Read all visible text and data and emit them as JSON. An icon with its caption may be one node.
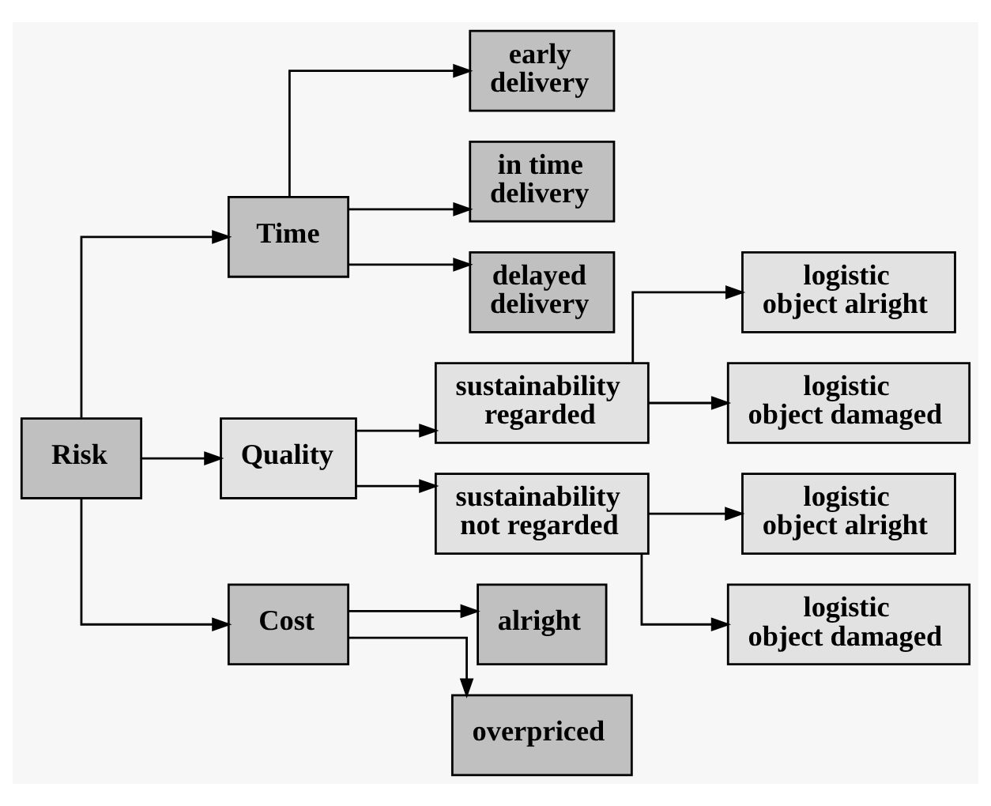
{
  "diagram": {
    "nodes": [
      {
        "text": [
          "Risk"
        ]
      },
      {
        "text": [
          "Time"
        ]
      },
      {
        "text": [
          "Quality"
        ]
      },
      {
        "text": [
          "Cost"
        ]
      },
      {
        "text": [
          "early delivery"
        ]
      },
      {
        "text": [
          "in time delivery"
        ]
      },
      {
        "text": [
          "delayed delivery"
        ]
      },
      {
        "text": [
          "sustainability regarded"
        ]
      },
      {
        "text": [
          "sustainability not regarded"
        ]
      },
      {
        "text": [
          "logistic object alright"
        ]
      },
      {
        "text": [
          "logistic object damaged"
        ]
      },
      {
        "text": [
          "logistic object alright"
        ]
      },
      {
        "text": [
          "logistic object damaged"
        ]
      },
      {
        "text": [
          "alright"
        ]
      },
      {
        "text": [
          "overpriced"
        ]
      }
    ],
    "edges": [
      {
        "from": 0,
        "to": 1,
        "arrow": "to"
      },
      {
        "from": 0,
        "to": 2,
        "arrow": "to"
      },
      {
        "from": 0,
        "to": 3,
        "arrow": "to"
      },
      {
        "from": 1,
        "to": 4,
        "arrow": "to"
      },
      {
        "from": 1,
        "to": 5,
        "arrow": "to"
      },
      {
        "from": 1,
        "to": 6,
        "arrow": "to"
      },
      {
        "from": 2,
        "to": 7,
        "arrow": "to"
      },
      {
        "from": 2,
        "to": 8,
        "arrow": "to"
      },
      {
        "from": 7,
        "to": 9,
        "arrow": "to"
      },
      {
        "from": 7,
        "to": 10,
        "arrow": "to"
      },
      {
        "from": 8,
        "to": 11,
        "arrow": "to"
      },
      {
        "from": 8,
        "to": 12,
        "arrow": "to"
      },
      {
        "from": 3,
        "to": 13,
        "arrow": "to"
      },
      {
        "from": 3,
        "to": 14,
        "arrow": "to"
      }
    ]
  }
}
